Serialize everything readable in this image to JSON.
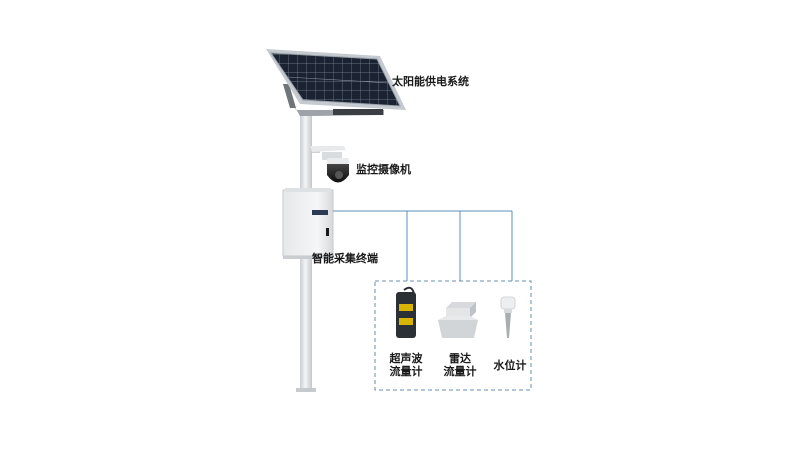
{
  "labels": {
    "solar": "太阳能供电系统",
    "camera": "监控摄像机",
    "terminal": "智能采集终端",
    "ultrasonic_line1": "超声波",
    "ultrasonic_line2": "流量计",
    "radar_line1": "雷达",
    "radar_line2": "流量计",
    "water_level": "水位计"
  },
  "colors": {
    "connector": "#5b8fb8",
    "dashed_box": "#6a8fb0",
    "pole": "#e4e6e8",
    "solar_cell": "#1a2130",
    "solar_frame": "#b9bec4",
    "enclosure": "#eef0f1",
    "sensor_body": "#2b2f36"
  }
}
